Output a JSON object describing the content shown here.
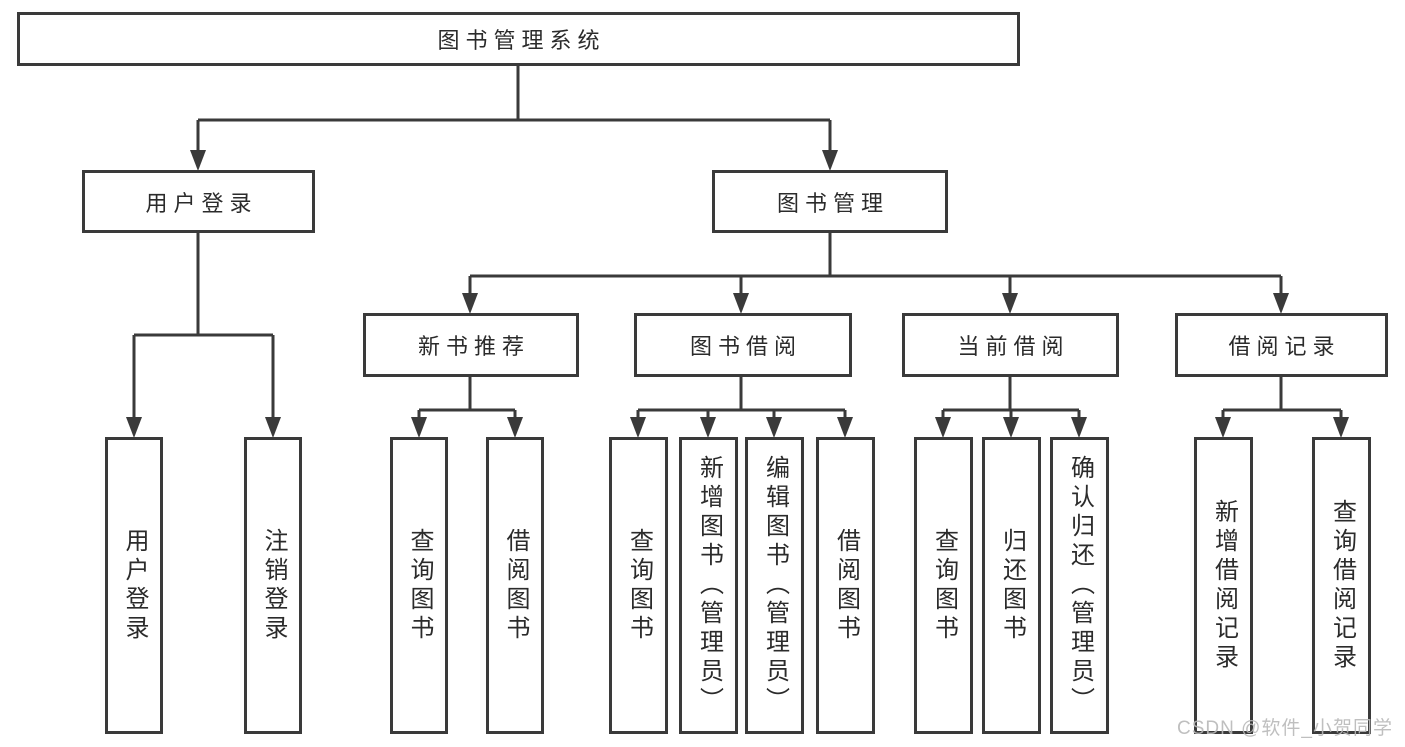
{
  "root": {
    "label": "图书管理系统",
    "children": [
      {
        "label": "用户登录",
        "children": [
          {
            "label": "用户登录"
          },
          {
            "label": "注销登录"
          }
        ]
      },
      {
        "label": "图书管理",
        "children": [
          {
            "label": "新书推荐",
            "children": [
              {
                "label": "查询图书"
              },
              {
                "label": "借阅图书"
              }
            ]
          },
          {
            "label": "图书借阅",
            "children": [
              {
                "label": "查询图书"
              },
              {
                "label": "新增图书（管理员）"
              },
              {
                "label": "编辑图书（管理员）"
              },
              {
                "label": "借阅图书"
              }
            ]
          },
          {
            "label": "当前借阅",
            "children": [
              {
                "label": "查询图书"
              },
              {
                "label": "归还图书"
              },
              {
                "label": "确认归还（管理员）"
              }
            ]
          },
          {
            "label": "借阅记录",
            "children": [
              {
                "label": "新增借阅记录"
              },
              {
                "label": "查询借阅记录"
              }
            ]
          }
        ]
      }
    ]
  },
  "watermark": {
    "text": "CSDN @软件_小贺同学",
    "color": "#b9b9b9"
  },
  "colors": {
    "line": "#3a3a3a",
    "border": "#3a3a3a",
    "text": "#2b2b2b",
    "background": "#ffffff"
  }
}
